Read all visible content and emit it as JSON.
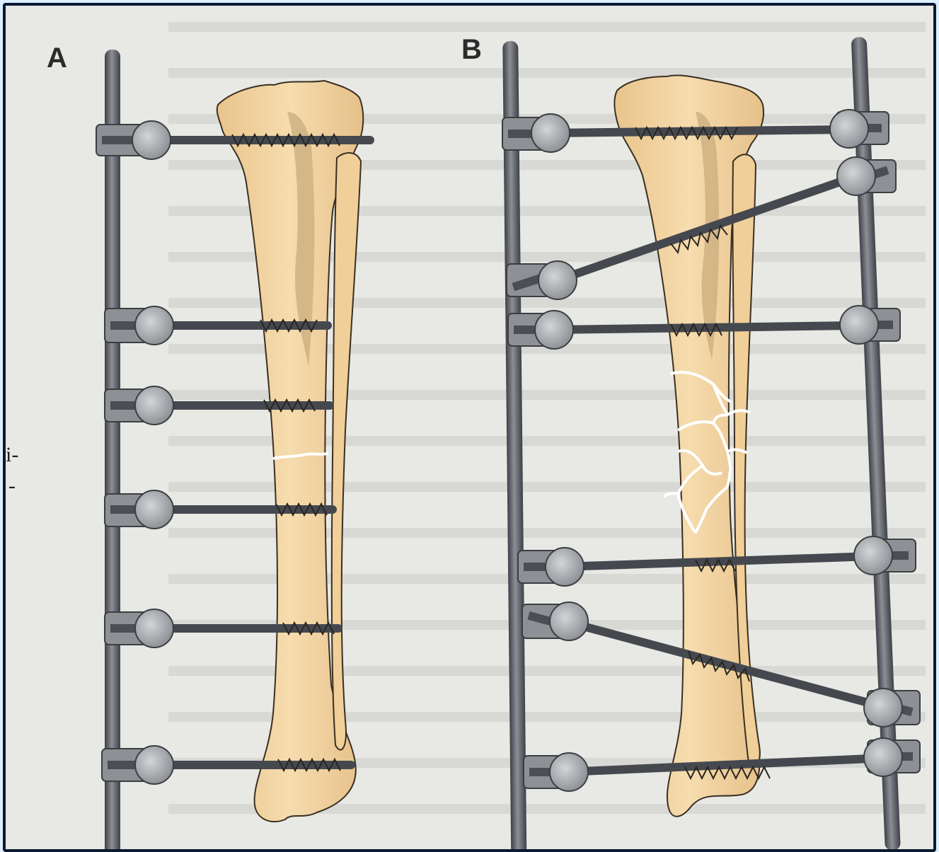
{
  "figure": {
    "panels": [
      {
        "id": "A",
        "label": "A"
      },
      {
        "id": "B",
        "label": "B"
      }
    ],
    "margin_marks": [
      "i-",
      "-"
    ]
  },
  "colors": {
    "bone": "#f2d29f",
    "bone_shadow": "#c4a77a",
    "rod": "#555a61",
    "clamp": "#8d9196",
    "pin_head": "#b9bcbf",
    "pin": "#4b4f55",
    "page": "#e8e8e4",
    "border": "#0b1a33"
  }
}
